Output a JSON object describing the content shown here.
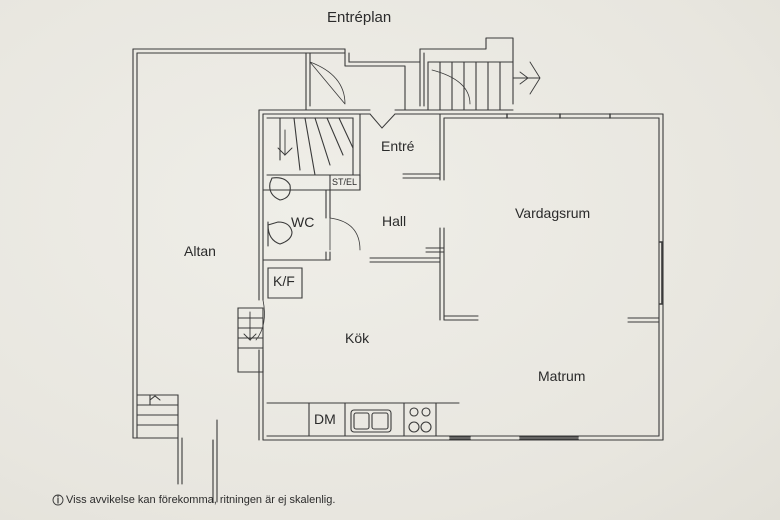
{
  "plan": {
    "title": "Entréplan",
    "rooms": {
      "altan": "Altan",
      "entre": "Entré",
      "wc": "WC",
      "hall": "Hall",
      "vardagsrum": "Vardagsrum",
      "kf": "K/F",
      "kok": "Kök",
      "matrum": "Matrum",
      "dm": "DM",
      "stel": "ST/EL"
    },
    "footnote": {
      "icon": "info-icon",
      "text": "Viss avvikelse kan förekomma, ritningen är ej skalenlig."
    }
  },
  "colors": {
    "paper": "#ebe9e2",
    "line": "#3a3a3a",
    "text": "#2b2b2b"
  }
}
